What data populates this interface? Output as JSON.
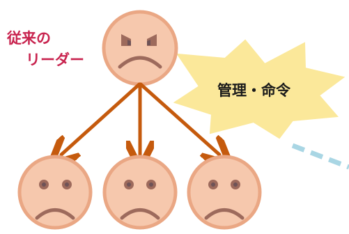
{
  "leader_label": {
    "line1": "従来の",
    "line2": "リーダー"
  },
  "burst_label": "管理・命令",
  "colors": {
    "face_fill": "#f6c8ad",
    "face_outline": "#eaa784",
    "feature": "#9d6a5c",
    "arrow": "#c55a0d",
    "burst_fill": "#fbe89a",
    "label_red": "#c8234e",
    "dashed_line": "#a9d6e4"
  },
  "icons": {
    "leader_face": "angry-face-icon",
    "follower_faces": [
      "sad-face-icon",
      "sad-face-icon",
      "sad-face-icon"
    ],
    "burst": "speech-burst-icon"
  }
}
